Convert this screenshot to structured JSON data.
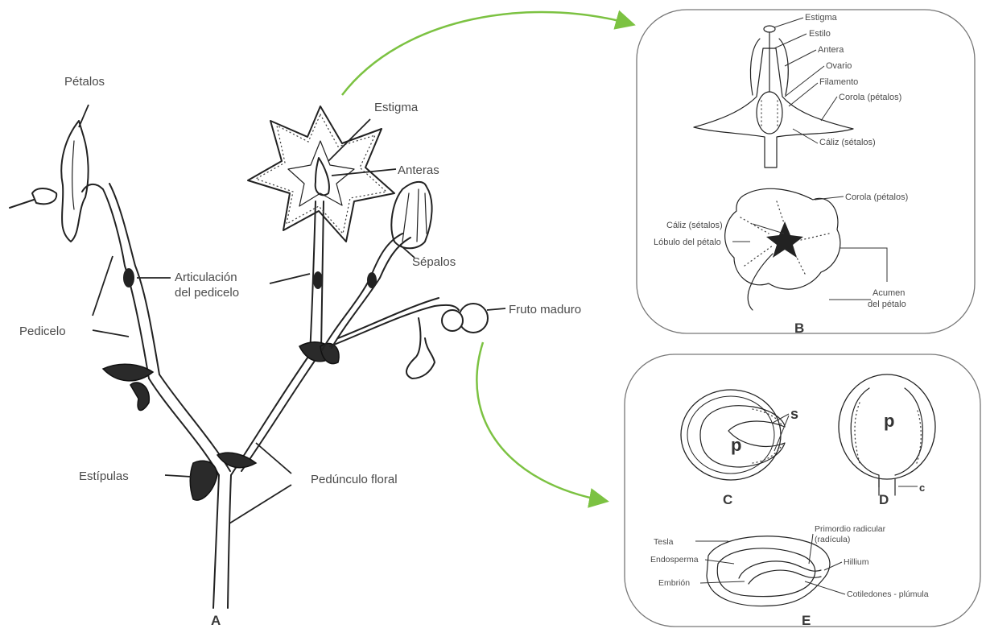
{
  "panel_a": {
    "label": "A",
    "petalos": "Pétalos",
    "estigma": "Estigma",
    "anteras": "Anteras",
    "sepalos": "Sépalos",
    "articulacion_1": "Articulación",
    "articulacion_2": "del pedicelo",
    "fruto": "Fruto maduro",
    "pedicelo": "Pedicelo",
    "estipulas": "Estípulas",
    "pedunculo": "Pedúnculo floral"
  },
  "panel_b": {
    "label": "B",
    "estigma": "Estigma",
    "estilo": "Estilo",
    "antera": "Antera",
    "ovario": "Ovario",
    "filamento": "Filamento",
    "corola_1": "Corola (pétalos)",
    "caliz_1": "Cáliz (sétalos)",
    "corola_2": "Corola (pétalos)",
    "caliz_2": "Cáliz (sétalos)",
    "lobulo": "Lóbulo del pétalo",
    "acumen_1": "Acumen",
    "acumen_2": "del pétalo"
  },
  "panel_cde": {
    "label_c": "C",
    "label_d": "D",
    "label_e": "E",
    "mark_p_c": "p",
    "mark_s": "s",
    "mark_p_d": "p",
    "mark_c": "c",
    "tesla": "Tesla",
    "endosperma": "Endosperma",
    "embrion": "Embrión",
    "primordio_1": "Primordio radicular",
    "primordio_2": "(radícula)",
    "hillium": "Hillium",
    "cotiledones": "Cotiledones - plúmula"
  },
  "colors": {
    "arrow": "#7cc242",
    "ink": "#222222",
    "panel_border": "#777777"
  }
}
